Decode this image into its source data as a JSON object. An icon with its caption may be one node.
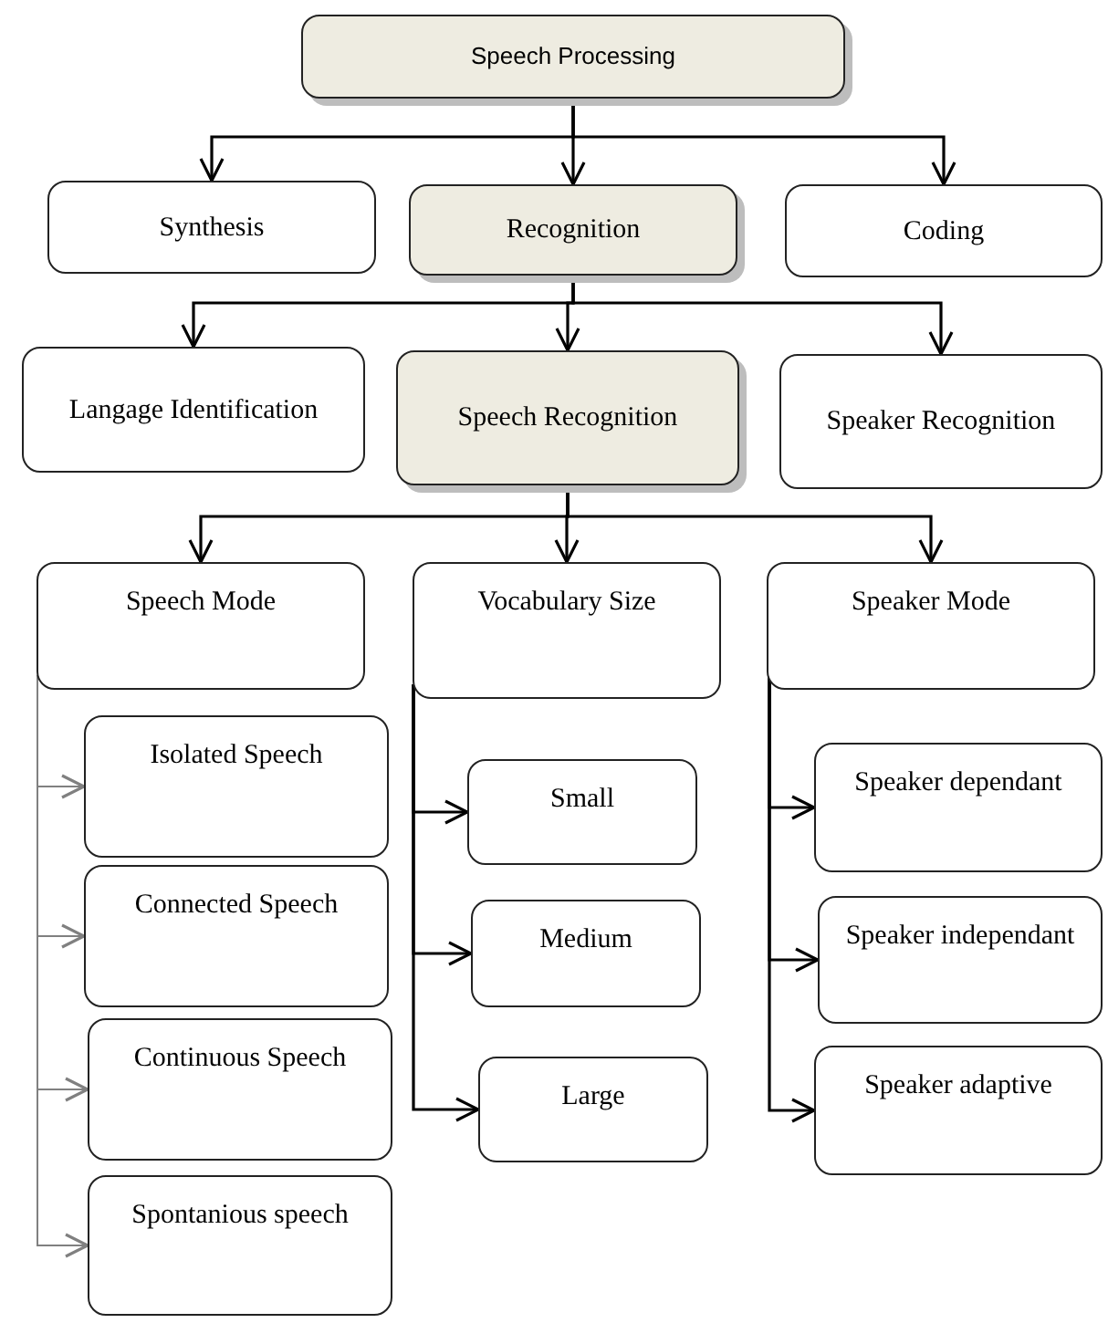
{
  "diagram": {
    "nodes": [
      {
        "text": [
          "Speech Processing"
        ]
      },
      {
        "text": [
          "Synthesis"
        ]
      },
      {
        "text": [
          "Recognition"
        ]
      },
      {
        "text": [
          "Coding"
        ]
      },
      {
        "text": [
          "Langage Identification"
        ]
      },
      {
        "text": [
          "Speech Recognition"
        ]
      },
      {
        "text": [
          "Speaker Recognition"
        ]
      },
      {
        "text": [
          "Speech  Mode"
        ]
      },
      {
        "text": [
          "Vocabulary Size"
        ]
      },
      {
        "text": [
          "Speaker Mode"
        ]
      },
      {
        "text": [
          "Isolated Speech"
        ]
      },
      {
        "text": [
          "Connected Speech"
        ]
      },
      {
        "text": [
          "Continuous Speech"
        ]
      },
      {
        "text": [
          "Spontanious speech"
        ]
      },
      {
        "text": [
          "Small"
        ]
      },
      {
        "text": [
          "Medium"
        ]
      },
      {
        "text": [
          "Large"
        ]
      },
      {
        "text": [
          "Speaker dependant"
        ]
      },
      {
        "text": [
          "Speaker independant"
        ]
      },
      {
        "text": [
          "Speaker adaptive"
        ]
      }
    ],
    "edges": [
      {
        "from": 0,
        "to": 1,
        "arrow": "to"
      },
      {
        "from": 0,
        "to": 2,
        "arrow": "to"
      },
      {
        "from": 0,
        "to": 3,
        "arrow": "to"
      },
      {
        "from": 2,
        "to": 4,
        "arrow": "to"
      },
      {
        "from": 2,
        "to": 5,
        "arrow": "to"
      },
      {
        "from": 2,
        "to": 6,
        "arrow": "to"
      },
      {
        "from": 5,
        "to": 7,
        "arrow": "to"
      },
      {
        "from": 5,
        "to": 8,
        "arrow": "to"
      },
      {
        "from": 5,
        "to": 9,
        "arrow": "to"
      },
      {
        "from": 7,
        "to": 10,
        "arrow": "to",
        "color": "#808080"
      },
      {
        "from": 7,
        "to": 11,
        "arrow": "to",
        "color": "#808080"
      },
      {
        "from": 7,
        "to": 12,
        "arrow": "to",
        "color": "#808080"
      },
      {
        "from": 7,
        "to": 13,
        "arrow": "to",
        "color": "#808080"
      },
      {
        "from": 8,
        "to": 14,
        "arrow": "to"
      },
      {
        "from": 8,
        "to": 15,
        "arrow": "to"
      },
      {
        "from": 8,
        "to": 16,
        "arrow": "to"
      },
      {
        "from": 9,
        "to": 17,
        "arrow": "to"
      },
      {
        "from": 9,
        "to": 18,
        "arrow": "to"
      },
      {
        "from": 9,
        "to": 19,
        "arrow": "to"
      }
    ]
  }
}
